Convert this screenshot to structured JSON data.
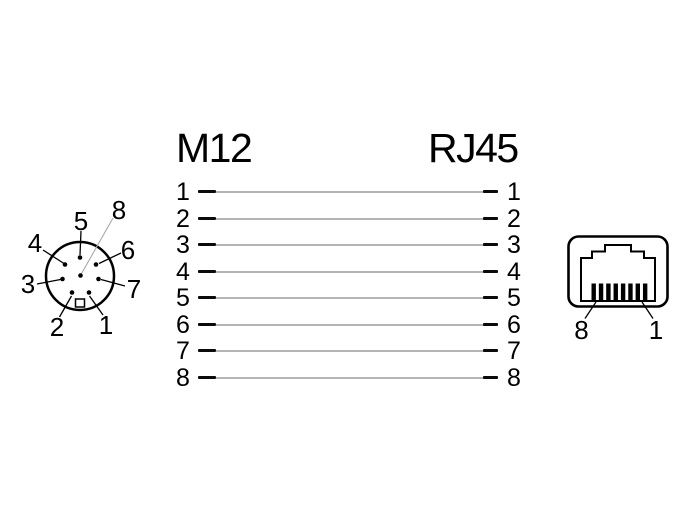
{
  "titles": {
    "left": "M12",
    "right": "RJ45"
  },
  "m12": {
    "pin_labels": {
      "pin1": "1",
      "pin2": "2",
      "pin3": "3",
      "pin4": "4",
      "pin5": "5",
      "pin6": "6",
      "pin7": "7",
      "pin8": "8"
    }
  },
  "wires": {
    "rows": [
      {
        "m12_pin": "1",
        "rj45_pin": "1"
      },
      {
        "m12_pin": "2",
        "rj45_pin": "2"
      },
      {
        "m12_pin": "3",
        "rj45_pin": "3"
      },
      {
        "m12_pin": "4",
        "rj45_pin": "4"
      },
      {
        "m12_pin": "5",
        "rj45_pin": "5"
      },
      {
        "m12_pin": "6",
        "rj45_pin": "6"
      },
      {
        "m12_pin": "7",
        "rj45_pin": "7"
      },
      {
        "m12_pin": "8",
        "rj45_pin": "8"
      }
    ]
  },
  "rj45": {
    "pin8_label": "8",
    "pin1_label": "1"
  },
  "colors": {
    "ink": "#000000",
    "wire_gray": "#b4b4b4",
    "leader_gray": "#a8a8a8",
    "background": "#ffffff"
  }
}
